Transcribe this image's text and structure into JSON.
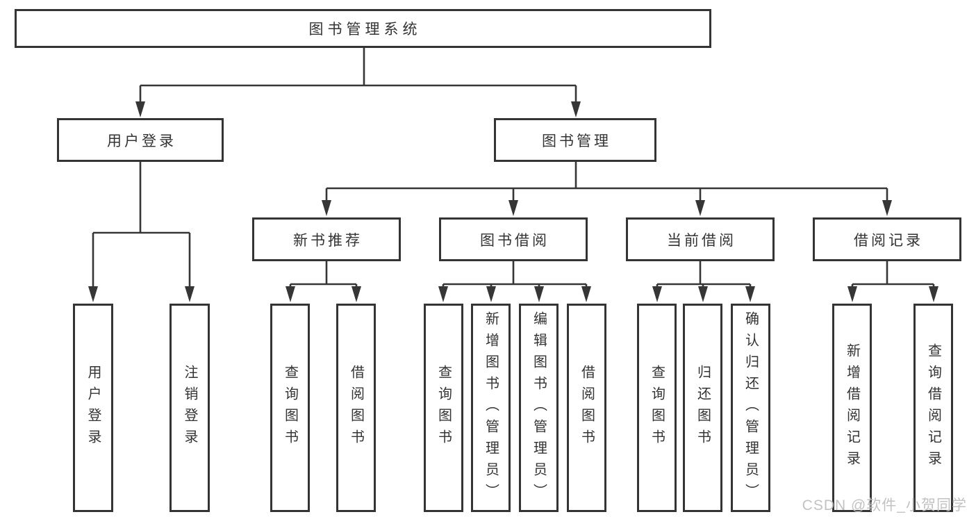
{
  "tree": {
    "label": "图书管理系统",
    "children": [
      {
        "label": "用户登录",
        "children": [
          {
            "label": "用户登录"
          },
          {
            "label": "注销登录"
          }
        ]
      },
      {
        "label": "图书管理",
        "children": [
          {
            "label": "新书推荐",
            "children": [
              {
                "label": "查询图书"
              },
              {
                "label": "借阅图书"
              }
            ]
          },
          {
            "label": "图书借阅",
            "children": [
              {
                "label": "查询图书"
              },
              {
                "label": "新增图书（管理员）"
              },
              {
                "label": "编辑图书（管理员）"
              },
              {
                "label": "借阅图书"
              }
            ]
          },
          {
            "label": "当前借阅",
            "children": [
              {
                "label": "查询图书"
              },
              {
                "label": "归还图书"
              },
              {
                "label": "确认归还（管理员）"
              }
            ]
          },
          {
            "label": "借阅记录",
            "children": [
              {
                "label": "新增借阅记录"
              },
              {
                "label": "查询借阅记录"
              }
            ]
          }
        ]
      }
    ]
  },
  "watermark": {
    "text": "CSDN @软件_小贺同学"
  },
  "colors": {
    "background": "#ffffff",
    "line": "#363636",
    "box_border": "#343434",
    "text": "#333333",
    "watermark": "#bdbdbd"
  }
}
